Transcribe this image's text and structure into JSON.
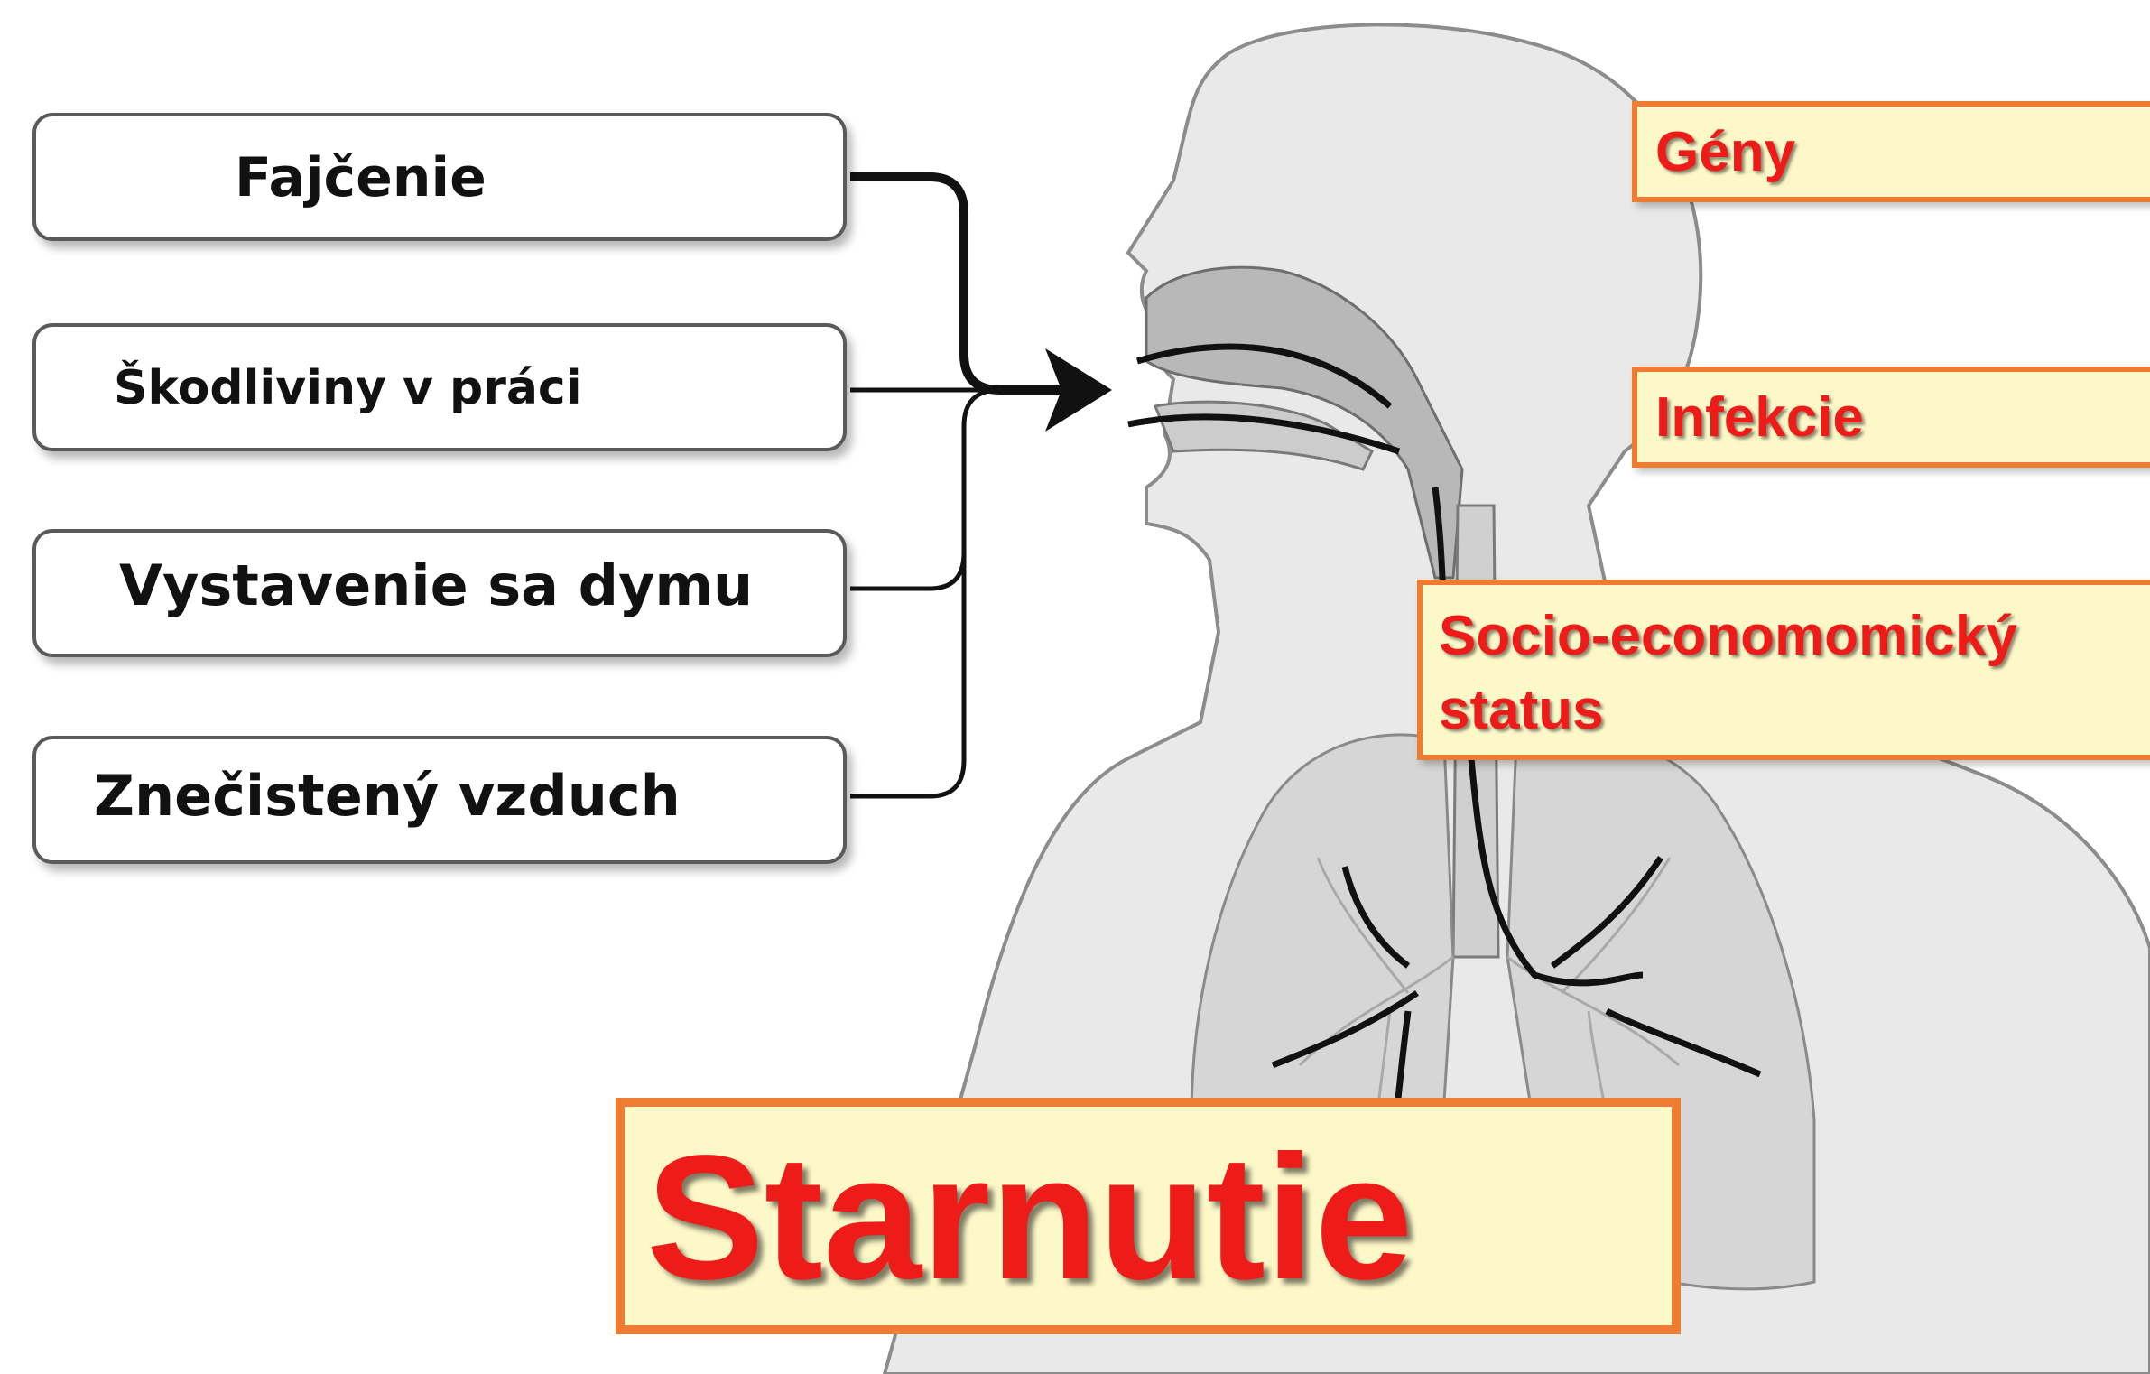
{
  "sources": [
    {
      "label": "Fajčenie"
    },
    {
      "label": "Škodliviny v práci"
    },
    {
      "label": "Vystavenie sa dymu"
    },
    {
      "label": "Znečistený vzduch"
    }
  ],
  "factors": {
    "genes": "Gény",
    "infections": "Infekcie",
    "socio_line1": "Socio-economomický",
    "socio_line2": "status"
  },
  "aging": {
    "label": "Starnutie"
  },
  "colors": {
    "box_border": "#ee7d32",
    "box_fill": "#fdf8c8",
    "label_text": "#ee1c18",
    "body_silhouette": "#e9e9e9",
    "airway": "#bdbdbd"
  }
}
